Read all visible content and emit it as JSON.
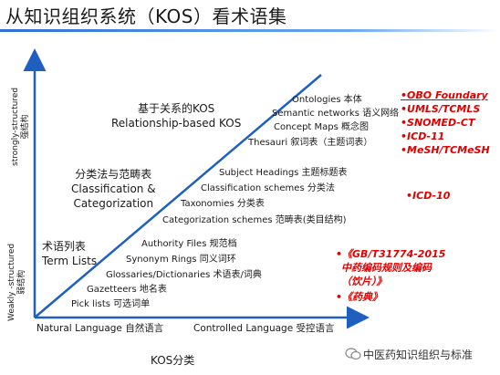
{
  "title": "从知识组织系统（KOS）看术语集",
  "axes": {
    "x_left": "Natural Language 自然语言",
    "x_right": "Controlled Language 受控语言",
    "x_title": "KOS分类",
    "y_top_en": "strongly-structured",
    "y_top_cn": "强结构",
    "y_bottom_en": "Weakly -structured",
    "y_bottom_cn": "弱结构"
  },
  "groups": {
    "relationship_cn": "基于关系的KOS",
    "relationship_en": "Relationship-based KOS",
    "classification_cn": "分类法与范畴表",
    "classification_en1": "Classification &",
    "classification_en2": "Categorization",
    "termlists_cn": "术语列表",
    "termlists_en": "Term Lists"
  },
  "items": [
    "Ontologies 本体",
    "Semantic networks 语义网络",
    "Concept Maps 概念图",
    "Thesauri 叙词表（主题词表）",
    "Subject Headings 主题标题表",
    "Classification schemes 分类法",
    "Taxonomies 分类表",
    "Categorization schemes 范畴表(类目结构)",
    "Authority Files 规范档",
    "Synonym Rings 同义词环",
    "Glossaries/Dictionaries 术语表/词典",
    "Gazetteers 地名表",
    "Pick lists 可选词单"
  ],
  "red": {
    "obo": "•OBO Foundary",
    "umls": "•UMLS/TCMLS",
    "snomed": "•SNOMED-CT",
    "icd11": "•ICD-11",
    "mesh": "•MeSH/TCMeSH",
    "icd10": "•ICD-10",
    "gbt": "•《GB/T31774-2015",
    "gbt2": "中药编码规则及编码",
    "gbt3": "（饮片）》",
    "yaodian": "•《药典》"
  },
  "watermark": "中医药知识组织与标准",
  "colors": {
    "accent": "#2f6fd6",
    "red": "#e00000"
  }
}
